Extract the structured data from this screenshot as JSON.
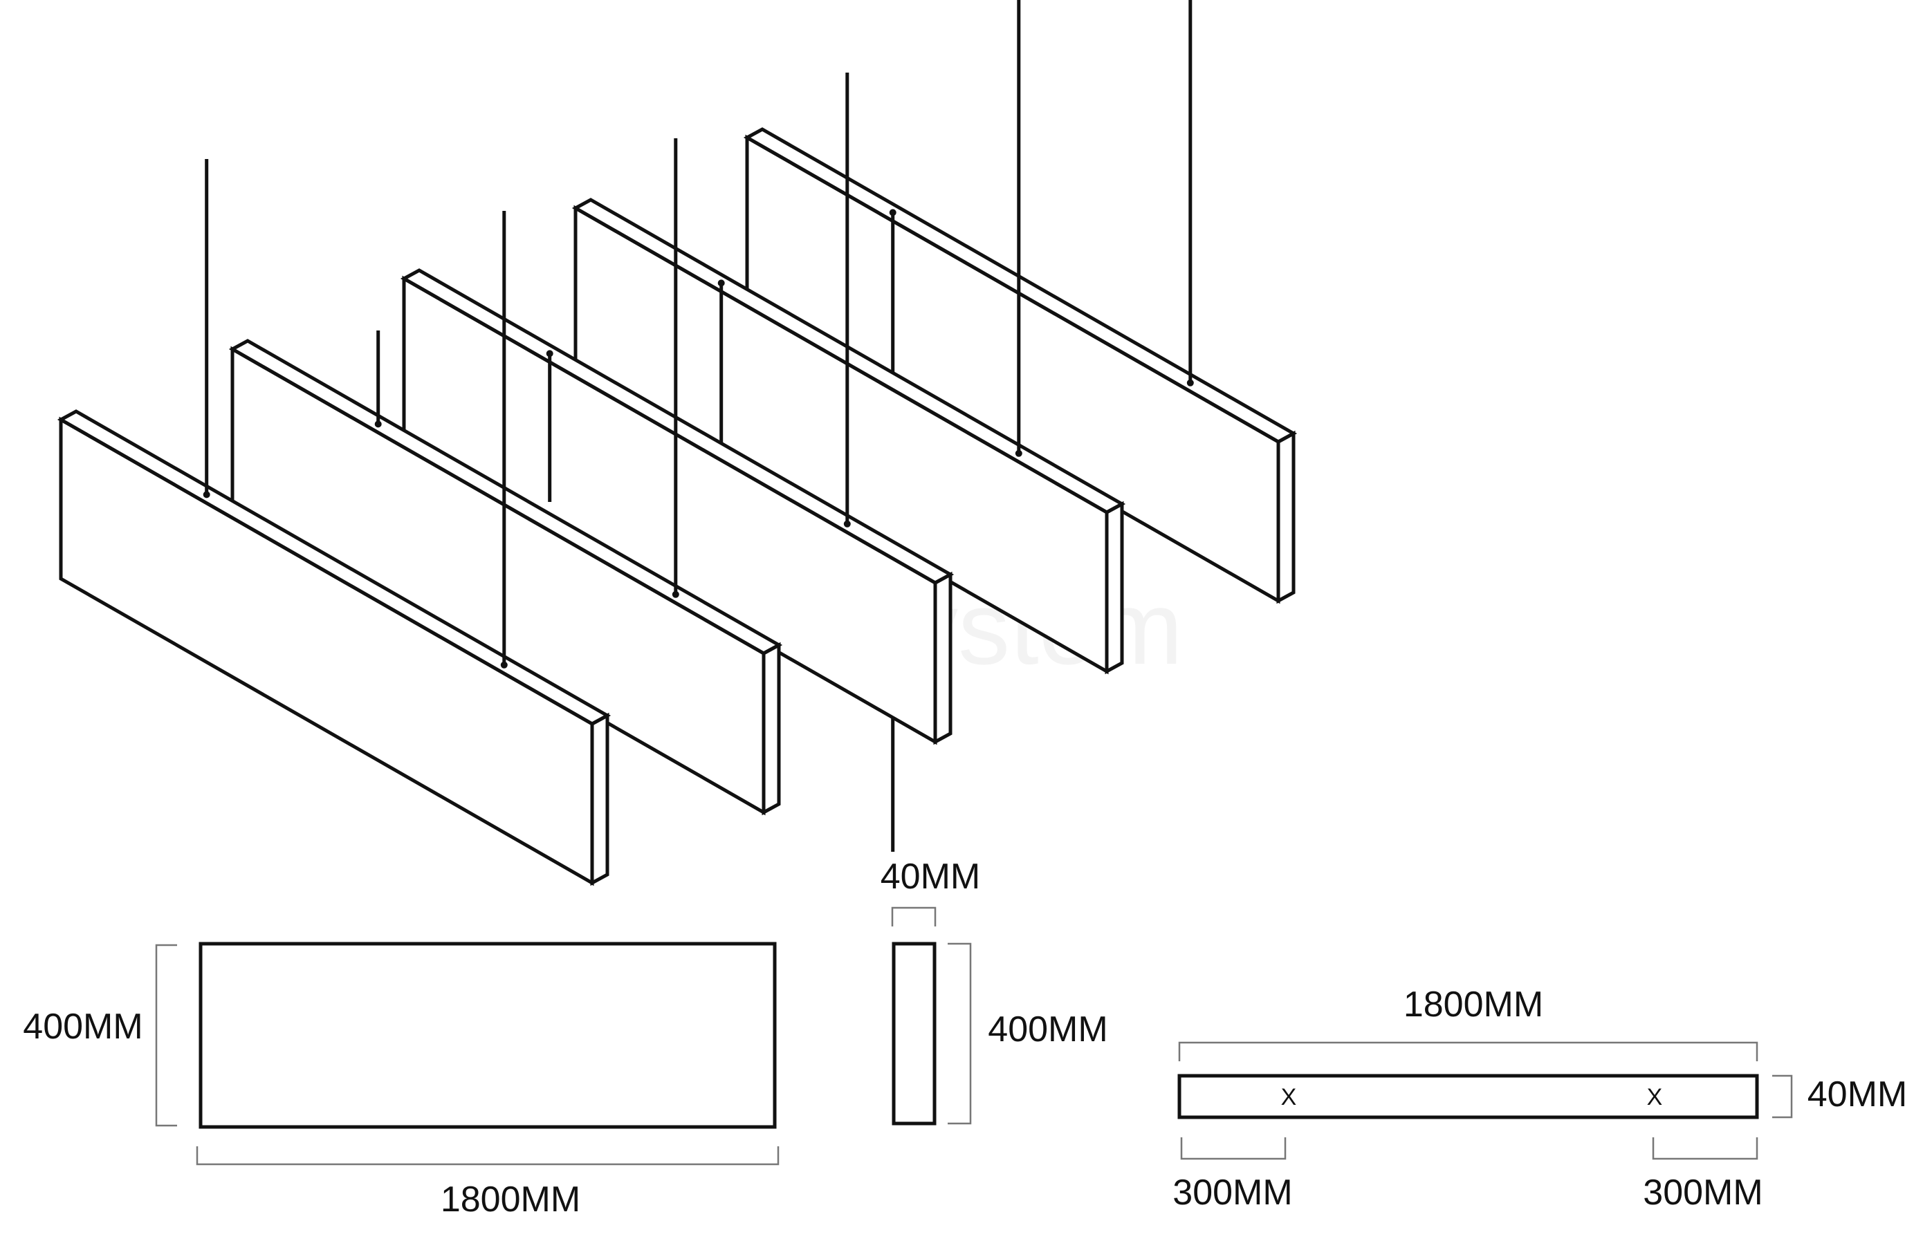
{
  "watermark": "divisystem",
  "iso_view": {
    "panels": 5
  },
  "front_view": {
    "height_label": "400MM",
    "width_label": "1800MM"
  },
  "side_view": {
    "thickness_label": "40MM",
    "height_label": "400MM"
  },
  "top_view": {
    "length_label": "1800MM",
    "thickness_label": "40MM",
    "offset_left_label": "300MM",
    "offset_right_label": "300MM",
    "mount_marker": "X"
  },
  "colors": {
    "line": "#111111",
    "dimension": "#777777",
    "background": "#ffffff"
  }
}
